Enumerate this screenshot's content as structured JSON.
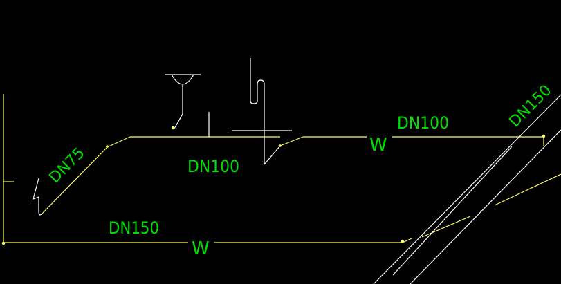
{
  "drawing": {
    "background": "#000000",
    "pipe_color": "#ffff66",
    "fixture_color": "#ffffff",
    "label_color": "#00e000",
    "labels": {
      "dn75": "DN75",
      "dn100_lower": "DN100",
      "dn100_upper": "DN100",
      "dn150_left": "DN150",
      "dn150_right": "DN150",
      "w_left": "W",
      "w_right": "W"
    }
  }
}
